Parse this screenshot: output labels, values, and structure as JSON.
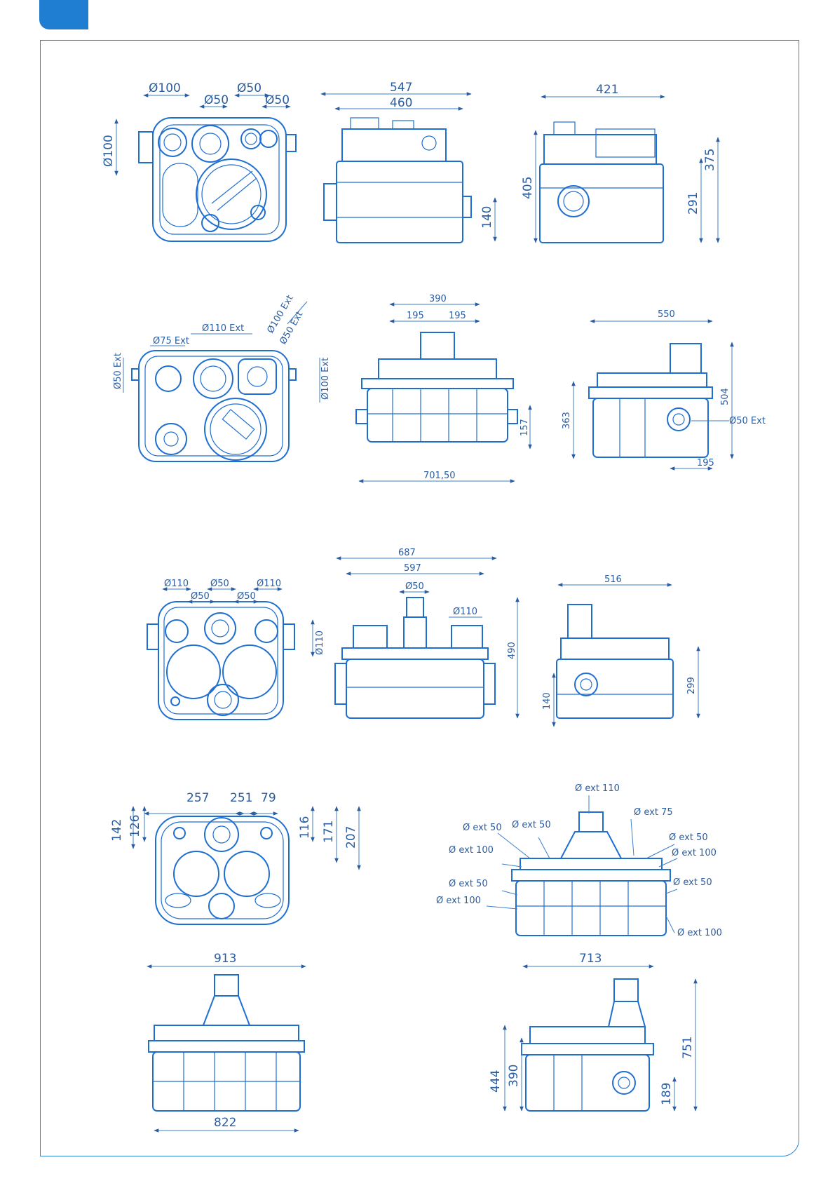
{
  "colors": {
    "accent": "#1f7ed1",
    "line": "#1f6fd1",
    "dimension": "#2a5da0"
  },
  "r1": {
    "top": {
      "d100a": "Ø100",
      "d50a": "Ø50",
      "d50b": "Ø50",
      "d50c": "Ø50",
      "d100b": "Ø100"
    },
    "front": {
      "w547": "547",
      "w460": "460",
      "h140": "140"
    },
    "side": {
      "w421": "421",
      "h405": "405",
      "h375": "375",
      "h291": "291"
    }
  },
  "r2": {
    "top": {
      "d110": "Ø110 Ext",
      "d75": "Ø75 Ext",
      "d100a": "Ø100 Ext",
      "d50a": "Ø50 Ext",
      "d50b": "Ø50 Ext",
      "d100b": "Ø100 Ext"
    },
    "front": {
      "w390": "390",
      "w195a": "195",
      "w195b": "195",
      "h157": "157",
      "w701": "701,50"
    },
    "side": {
      "w550": "550",
      "h363": "363",
      "h504": "504",
      "d50": "Ø50 Ext",
      "w195": "195"
    }
  },
  "r3": {
    "top": {
      "d110a": "Ø110",
      "d50a": "Ø50",
      "d110b": "Ø110",
      "d50b": "Ø50",
      "d50c": "Ø50",
      "d110c": "Ø110"
    },
    "front": {
      "w687": "687",
      "w597": "597",
      "d50": "Ø50",
      "d110": "Ø110",
      "h490": "490"
    },
    "side": {
      "w516": "516",
      "h140": "140",
      "h299": "299"
    }
  },
  "r4": {
    "top": {
      "w257": "257",
      "w251": "251",
      "w79": "79",
      "h142": "142",
      "h126": "126",
      "h116": "116",
      "h171": "171",
      "h207": "207"
    },
    "iso": {
      "e110": "Ø ext 110",
      "e75": "Ø ext 75",
      "e50a": "Ø ext 50",
      "e50b": "Ø ext 50",
      "e100a": "Ø ext 100",
      "e50c": "Ø ext 50",
      "e100b": "Ø ext 100",
      "e50d": "Ø ext 50",
      "e100c": "Ø ext 100",
      "e50e": "Ø ext 50",
      "e100d": "Ø ext 100"
    },
    "front": {
      "w913": "913",
      "w822": "822"
    },
    "side": {
      "w713": "713",
      "h444": "444",
      "h390": "390",
      "h751": "751",
      "h189": "189"
    }
  }
}
